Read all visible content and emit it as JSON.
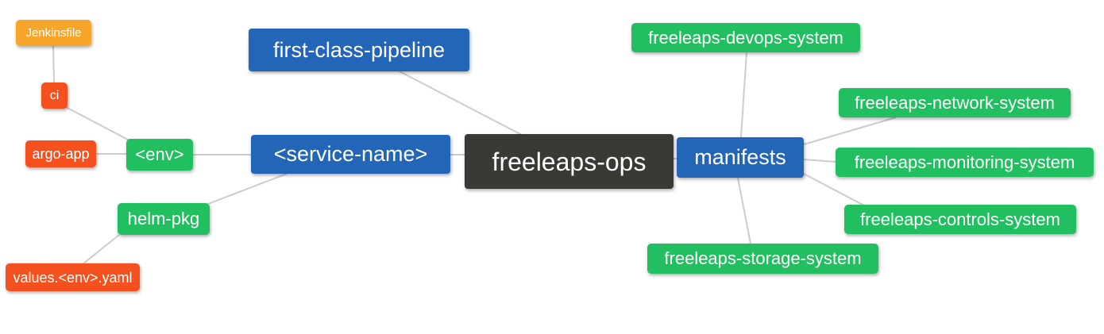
{
  "canvas": {
    "background": "#ffffff",
    "edge_color": "#cccccc",
    "text_color": "#ffffff"
  },
  "palette": {
    "orange": "#F8A52B",
    "red_orange": "#F4511E",
    "green": "#22BF61",
    "blue": "#2365B7",
    "dark": "#3B3936"
  },
  "nodes": {
    "jenkinsfile": {
      "label": "Jenkinsfile",
      "color": "#F8A52B"
    },
    "ci": {
      "label": "ci",
      "color": "#F4511E"
    },
    "argo_app": {
      "label": "argo-app",
      "color": "#F4511E"
    },
    "env": {
      "label": "<env>",
      "color": "#22BF61"
    },
    "helm_pkg": {
      "label": "helm-pkg",
      "color": "#22BF61"
    },
    "values_env_yaml": {
      "label": "values.<env>.yaml",
      "color": "#F4511E"
    },
    "first_class_pipeline": {
      "label": "first-class-pipeline",
      "color": "#2365B7"
    },
    "service_name": {
      "label": "<service-name>",
      "color": "#2365B7"
    },
    "freeleaps_ops": {
      "label": "freeleaps-ops",
      "color": "#3B3936"
    },
    "manifests": {
      "label": "manifests",
      "color": "#2365B7"
    },
    "freeleaps_devops_system": {
      "label": "freeleaps-devops-system",
      "color": "#22BF61"
    },
    "freeleaps_network_system": {
      "label": "freeleaps-network-system",
      "color": "#22BF61"
    },
    "freeleaps_monitoring_system": {
      "label": "freeleaps-monitoring-system",
      "color": "#22BF61"
    },
    "freeleaps_controls_system": {
      "label": "freeleaps-controls-system",
      "color": "#22BF61"
    },
    "freeleaps_storage_system": {
      "label": "freeleaps-storage-system",
      "color": "#22BF61"
    }
  },
  "edges": [
    {
      "from": "jenkinsfile",
      "to": "ci"
    },
    {
      "from": "ci",
      "to": "env"
    },
    {
      "from": "argo_app",
      "to": "env"
    },
    {
      "from": "env",
      "to": "service_name"
    },
    {
      "from": "service_name",
      "to": "helm_pkg"
    },
    {
      "from": "helm_pkg",
      "to": "values_env_yaml"
    },
    {
      "from": "first_class_pipeline",
      "to": "freeleaps_ops"
    },
    {
      "from": "service_name",
      "to": "freeleaps_ops"
    },
    {
      "from": "freeleaps_ops",
      "to": "manifests"
    },
    {
      "from": "manifests",
      "to": "freeleaps_devops_system"
    },
    {
      "from": "manifests",
      "to": "freeleaps_network_system"
    },
    {
      "from": "manifests",
      "to": "freeleaps_monitoring_system"
    },
    {
      "from": "manifests",
      "to": "freeleaps_controls_system"
    },
    {
      "from": "manifests",
      "to": "freeleaps_storage_system"
    }
  ]
}
